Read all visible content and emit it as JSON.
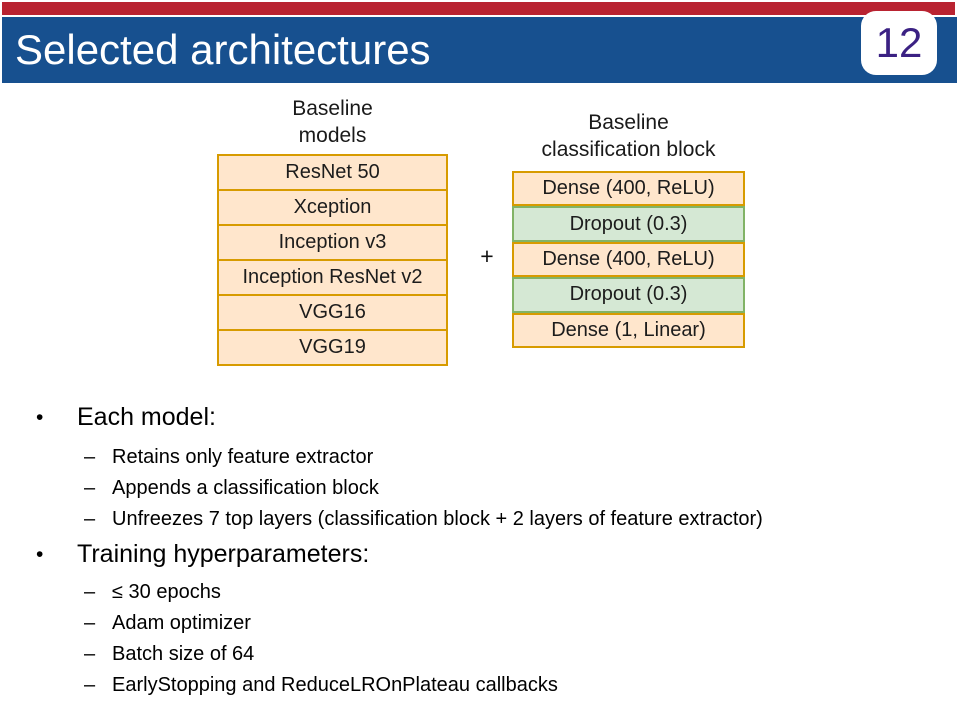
{
  "header": {
    "title": "Selected architectures",
    "page_number": "12"
  },
  "markers": {
    "bullet": "•",
    "dash": "–"
  },
  "diagram": {
    "plus_sign": "+",
    "models": {
      "label_lines": [
        "Baseline",
        "models"
      ],
      "items": [
        "ResNet 50",
        "Xception",
        "Inception v3",
        "Inception ResNet v2",
        "VGG16",
        "VGG19"
      ]
    },
    "classification": {
      "label_lines": [
        "Baseline",
        "classification block"
      ],
      "items": [
        "Dense (400, ReLU)",
        "Dropout (0.3)",
        "Dense (400, ReLU)",
        "Dropout (0.3)",
        "Dense (1, Linear)"
      ]
    }
  },
  "bullets": [
    {
      "label": "Each model:",
      "items": [
        "Retains only feature extractor",
        "Appends a classification block",
        "Unfreezes 7 top layers (classification block + 2 layers of feature extractor)"
      ]
    },
    {
      "label": "Training hyperparameters:",
      "items": [
        "≤ 30 epochs",
        "Adam optimizer",
        "Batch size of 64",
        "EarlyStopping and ReduceLROnPlateau callbacks"
      ]
    }
  ],
  "colors": {
    "header_red": "#B92331",
    "header_blue": "#17508F",
    "title_text": "#FFFFFF",
    "page_number_text": "#3B2183",
    "box_orange_fill": "#FFE6CC",
    "box_orange_border": "#D79B00",
    "box_green_fill": "#D5E8D4",
    "box_green_border": "#82B366"
  }
}
